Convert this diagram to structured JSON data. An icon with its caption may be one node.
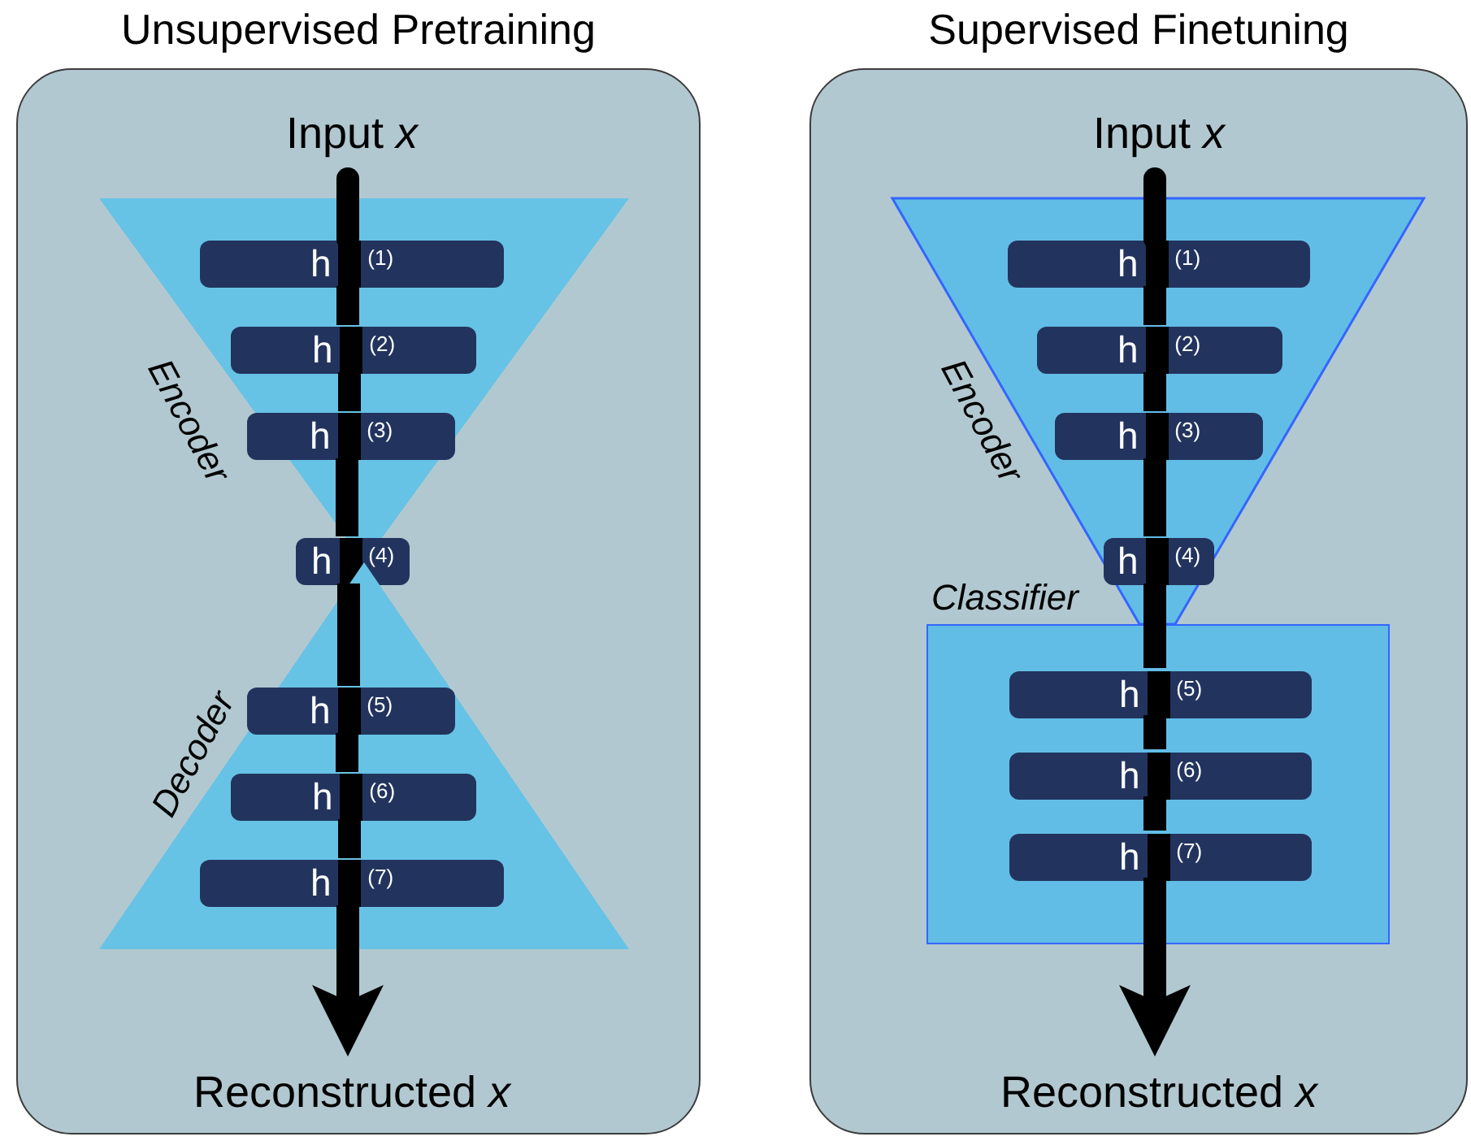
{
  "diagram": {
    "nodes": [
      {
        "text": [
          "Unsupervised Pretraining"
        ]
      },
      {
        "text": [
          "Input *x*"
        ],
        "in": 0
      },
      {
        "text": [
          "Encoder"
        ],
        "in": 0
      },
      {
        "text": [
          "h $^{(1)}$"
        ],
        "in": 2
      },
      {
        "text": [
          "h $^{(2)}$"
        ],
        "in": 2
      },
      {
        "text": [
          "h $^{(3)}$"
        ],
        "in": 2
      },
      {
        "text": [
          "h $^{(4)}$"
        ],
        "in": 0
      },
      {
        "text": [
          "Decoder"
        ],
        "in": 0
      },
      {
        "text": [
          "h $^{(5)}$"
        ],
        "in": 7
      },
      {
        "text": [
          "h $^{(6)}$"
        ],
        "in": 7
      },
      {
        "text": [
          "h $^{(7)}$"
        ],
        "in": 7
      },
      {
        "text": [
          "Reconstructed *x*"
        ],
        "in": 0
      },
      {
        "text": [
          "Supervised Finetuning"
        ]
      },
      {
        "text": [
          "Input *x*"
        ],
        "in": 12
      },
      {
        "text": [
          "Encoder"
        ],
        "in": 12
      },
      {
        "text": [
          "h $^{(1)}$"
        ],
        "in": 14
      },
      {
        "text": [
          "h $^{(2)}$"
        ],
        "in": 14
      },
      {
        "text": [
          "h $^{(3)}$"
        ],
        "in": 14
      },
      {
        "text": [
          "h $^{(4)}$"
        ],
        "in": 14
      },
      {
        "text": [
          "Classifier"
        ],
        "in": 12
      },
      {
        "text": [
          "h $^{(5)}$"
        ],
        "in": 19
      },
      {
        "text": [
          "h $^{(6)}$"
        ],
        "in": 19
      },
      {
        "text": [
          "h $^{(7)}$"
        ],
        "in": 19
      },
      {
        "text": [
          "Reconstructed *x*"
        ],
        "in": 12
      }
    ],
    "edges": [
      {
        "from": 1,
        "to": 3,
        "arrow": "none"
      },
      {
        "from": 3,
        "to": 4,
        "arrow": "none"
      },
      {
        "from": 4,
        "to": 5,
        "arrow": "none"
      },
      {
        "from": 5,
        "to": 6,
        "arrow": "none"
      },
      {
        "from": 6,
        "to": 8,
        "arrow": "none"
      },
      {
        "from": 8,
        "to": 9,
        "arrow": "none"
      },
      {
        "from": 9,
        "to": 10,
        "arrow": "none"
      },
      {
        "from": 10,
        "to": 11,
        "arrow": "to"
      },
      {
        "from": 13,
        "to": 15,
        "arrow": "none"
      },
      {
        "from": 15,
        "to": 16,
        "arrow": "none"
      },
      {
        "from": 16,
        "to": 17,
        "arrow": "none"
      },
      {
        "from": 17,
        "to": 18,
        "arrow": "none"
      },
      {
        "from": 18,
        "to": 20,
        "arrow": "none"
      },
      {
        "from": 20,
        "to": 21,
        "arrow": "none"
      },
      {
        "from": 21,
        "to": 22,
        "arrow": "none"
      },
      {
        "from": 22,
        "to": 23,
        "arrow": "to"
      }
    ]
  }
}
